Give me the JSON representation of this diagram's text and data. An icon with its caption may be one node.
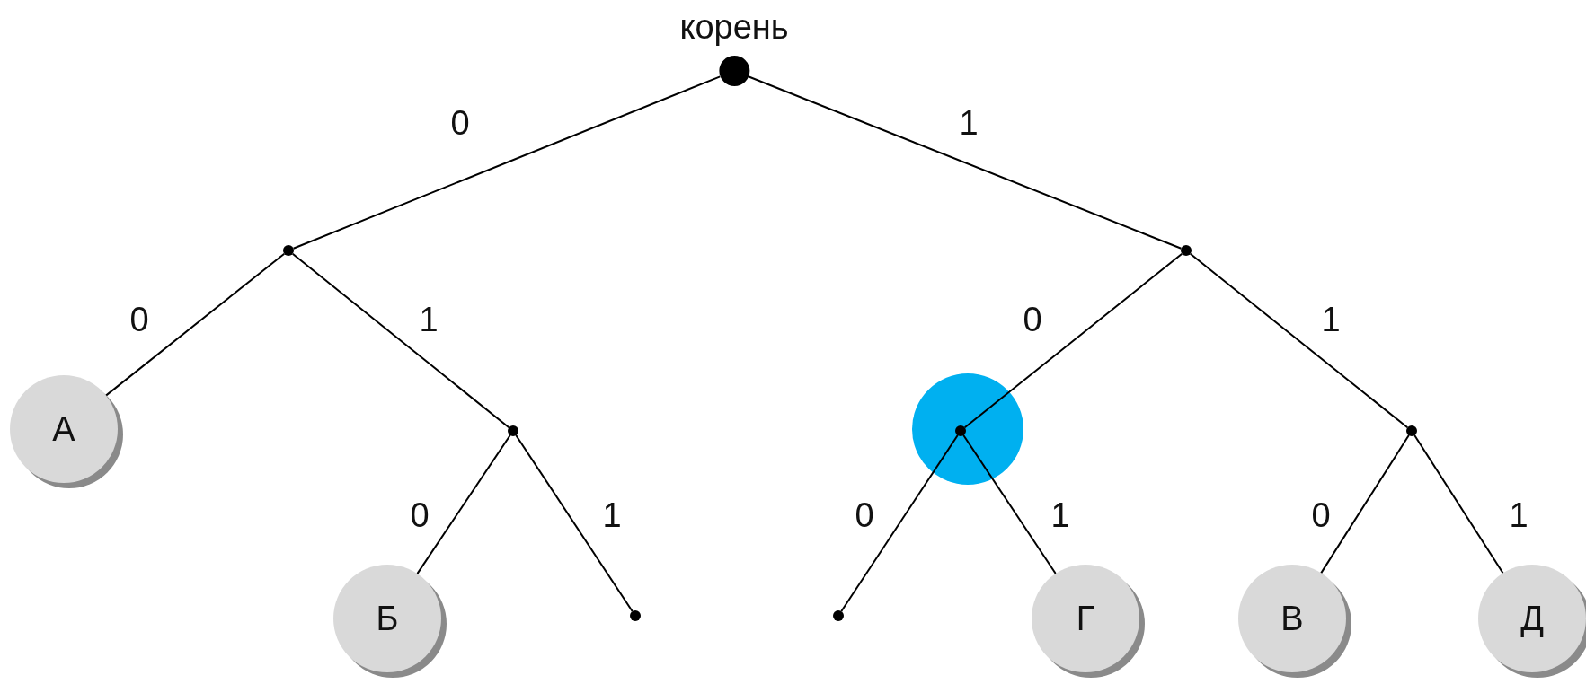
{
  "diagram": {
    "nodes": [
      {
        "text": [
          "корень"
        ]
      },
      {
        "text": [],
        "shape": "circle"
      },
      {
        "text": [],
        "shape": "circle"
      },
      {
        "text": [
          "А"
        ]
      },
      {
        "text": [],
        "shape": "circle"
      },
      {
        "text": [],
        "shape": "circle"
      },
      {
        "text": [],
        "shape": "circle",
        "in": 5
      },
      {
        "text": [],
        "shape": "circle"
      },
      {
        "text": [
          "Б"
        ]
      },
      {
        "text": [],
        "shape": "circle"
      },
      {
        "text": [],
        "shape": "circle"
      },
      {
        "text": [
          "Г"
        ]
      },
      {
        "text": [
          "В"
        ]
      },
      {
        "text": [
          "Д"
        ]
      }
    ],
    "edges": [
      {
        "from": 0,
        "to": 1,
        "arrow": "none",
        "label": "0"
      },
      {
        "from": 0,
        "to": 2,
        "arrow": "none",
        "label": "1"
      },
      {
        "from": 1,
        "to": 3,
        "arrow": "none",
        "label": "0"
      },
      {
        "from": 1,
        "to": 4,
        "arrow": "none",
        "label": "1"
      },
      {
        "from": 2,
        "to": 6,
        "arrow": "none",
        "label": "0"
      },
      {
        "from": 2,
        "to": 7,
        "arrow": "none",
        "label": "1"
      },
      {
        "from": 4,
        "to": 8,
        "arrow": "none",
        "label": "0"
      },
      {
        "from": 4,
        "to": 9,
        "arrow": "none",
        "label": "1"
      },
      {
        "from": 6,
        "to": 10,
        "arrow": "none",
        "label": "0"
      },
      {
        "from": 6,
        "to": 11,
        "arrow": "none",
        "label": "1"
      },
      {
        "from": 7,
        "to": 12,
        "arrow": "none",
        "label": "0"
      },
      {
        "from": 7,
        "to": 13,
        "arrow": "none",
        "label": "1"
      }
    ]
  }
}
